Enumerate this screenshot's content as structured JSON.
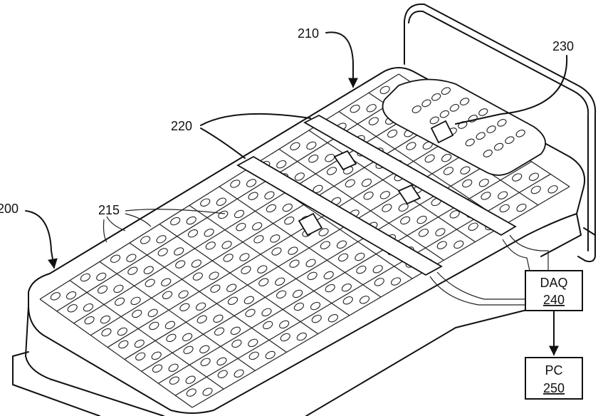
{
  "labels": {
    "mattress": "200",
    "sensor_array": "210",
    "sensors": "215",
    "straps": "220",
    "pillow_sensor": "230"
  },
  "boxes": {
    "daq": {
      "name": "DAQ",
      "number": "240"
    },
    "pc": {
      "name": "PC",
      "number": "250"
    }
  }
}
